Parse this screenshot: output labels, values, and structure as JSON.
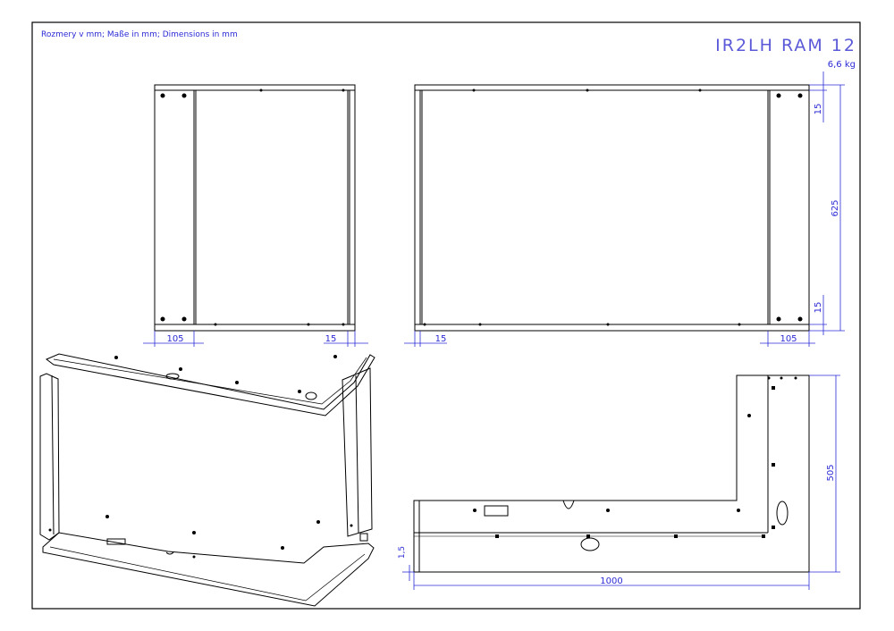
{
  "header": {
    "note": "Rozmery v mm; Maße in mm; Dimensions in mm",
    "model": "IR2LH RAM 12",
    "weight": "6,6 kg"
  },
  "front_view": {
    "dim_left": "105",
    "dim_right": "15"
  },
  "side_view": {
    "dim_left": "15",
    "dim_right": "105",
    "dim_top": "15",
    "dim_height": "625",
    "dim_bottom": "15"
  },
  "plan_view": {
    "dim_depth": "505",
    "dim_small": "1,5",
    "dim_width": "1000"
  },
  "colors": {
    "line": "#000000",
    "dimension": "#2b2bd6",
    "title": "#5a5ad8"
  }
}
